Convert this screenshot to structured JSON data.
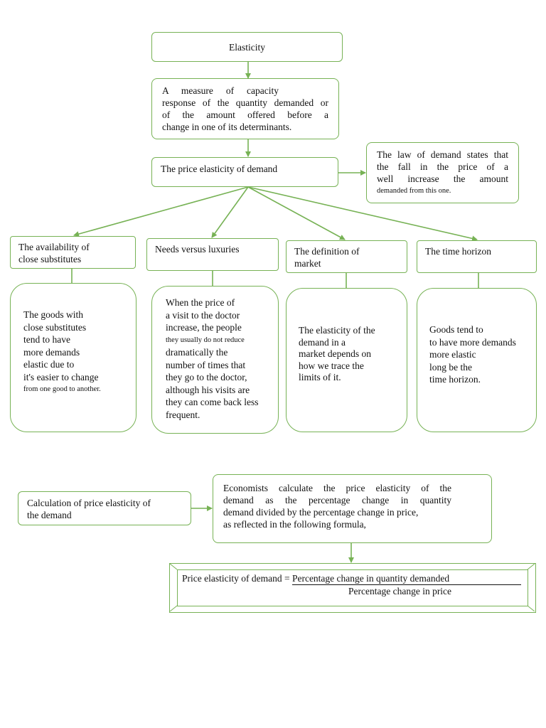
{
  "nodes": {
    "elasticity": "Elasticity",
    "definition": [
      "A measure of capacity",
      "response of the quantity demanded or",
      "of the amount offered before a",
      "change in one of its determinants."
    ],
    "price_elasticity": "The price elasticity of demand",
    "law_of_demand": [
      "The law of demand states that",
      "the fall in the price of a",
      "well increase the amount",
      "demanded from this one."
    ],
    "factors": [
      {
        "title": [
          "The availability of",
          "close substitutes"
        ],
        "detail": [
          "The goods with",
          "close substitutes",
          "tend to have",
          "more demands",
          "elastic due to",
          "it's easier to change",
          "from one good to another."
        ]
      },
      {
        "title": [
          "Needs versus luxuries"
        ],
        "detail": [
          "When the price of",
          "a visit to the doctor",
          "increase, the people",
          "they usually do not reduce",
          "dramatically the",
          "number of times that",
          "they go to the doctor,",
          "although his visits are",
          "they can come back less",
          "frequent."
        ]
      },
      {
        "title": [
          "The definition of",
          "market"
        ],
        "detail": [
          "The elasticity of the",
          "demand in a",
          "market depends on",
          "how we trace the",
          "limits of it."
        ]
      },
      {
        "title": [
          "The time horizon"
        ],
        "detail": [
          "Goods tend to",
          "to have more demands",
          "more elastic",
          "long be the",
          "time horizon."
        ]
      }
    ],
    "calculation": [
      "Calculation of price elasticity of",
      "the demand"
    ],
    "economists": [
      "Economists calculate the price elasticity of the",
      "demand as the percentage change in quantity",
      "demand divided by the percentage change in price,",
      "as reflected in the following formula,"
    ],
    "formula": {
      "lhs": "Price elasticity of demand = ",
      "numerator": "Percentage change in quantity demanded",
      "denominator": "Percentage change in price"
    }
  },
  "colors": {
    "border": "#77b255",
    "arrow": "#77b255",
    "text": "#111111"
  }
}
